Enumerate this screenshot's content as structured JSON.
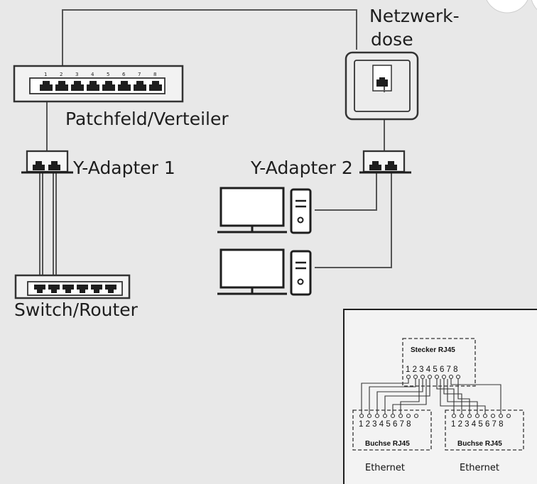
{
  "labels": {
    "network_socket_line1": "Netzwerk-",
    "network_socket_line2": "dose",
    "patch_panel": "Patchfeld/Verteiler",
    "y_adapter_1": "Y-Adapter 1",
    "y_adapter_2": "Y-Adapter 2",
    "switch_router": "Switch/Router"
  },
  "patch_panel_ports": [
    "1",
    "2",
    "3",
    "4",
    "5",
    "6",
    "7",
    "8"
  ],
  "inset": {
    "plug_label": "Stecker RJ45",
    "plug_pins": "1 2 3 4 5 6 7 8",
    "left_socket_pins": "1 2 3 4 5 6 7 8",
    "right_socket_pins": "1 2 3 4 5 6 7 8",
    "left_socket_label": "Buchse RJ45",
    "right_socket_label": "Buchse RJ45",
    "left_ethernet": "Ethernet",
    "right_ethernet": "Ethernet"
  },
  "colors": {
    "background": "#e8e8e8",
    "line": "#555555",
    "dark": "#1e1e1e"
  }
}
